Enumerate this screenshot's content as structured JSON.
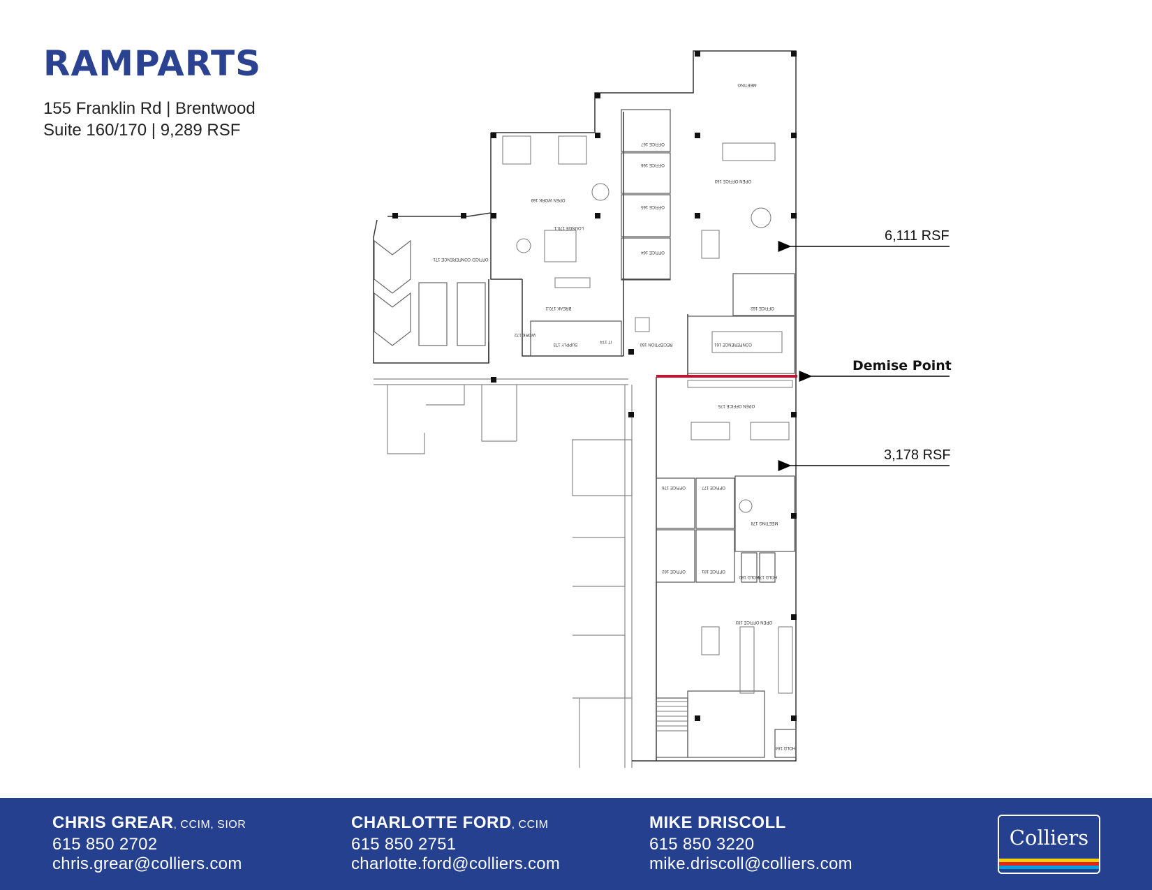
{
  "header": {
    "title": "RAMPARTS",
    "address": "155 Franklin Rd | Brentwood",
    "suite": "Suite 160/170 | 9,289 RSF"
  },
  "plan": {
    "callouts": {
      "upper_rsf": "6,111 RSF",
      "demise": "Demise Point",
      "lower_rsf": "3,178 RSF"
    },
    "rooms": {
      "meeting_top": "MEETING",
      "office_167": "OFFICE 167",
      "office_166": "OFFICE 166",
      "office_165": "OFFICE 165",
      "office_164": "OFFICE 164",
      "open_work": "OPEN WORK 169",
      "lounge": "LOUNGE 170.1",
      "conference_171": "OFFICE/ CONFERENCE 171",
      "break": "BREAK 170.2",
      "work": "WORK 172",
      "supply": "SUPPLY 173",
      "it": "IT 174",
      "reception": "RECEPTION 160",
      "open_office_163": "OPEN OFFICE 163",
      "office_162": "OFFICE 162",
      "conference_161": "CONFERENCE 161",
      "open_office_175": "OPEN OFFICE 175",
      "office_176": "OFFICE 176",
      "office_177": "OFFICE 177",
      "meeting_178": "MEETING 178",
      "office_181": "OFFICE 181",
      "office_182": "OFFICE 182",
      "hold_180": "HOLD 180",
      "hold_179": "HOLD 179",
      "open_office_183": "OPEN OFFICE 183",
      "hold_184": "HOLD 184"
    }
  },
  "footer": {
    "contacts": [
      {
        "name": "CHRIS GREAR",
        "credentials": ", CCIM, SIOR",
        "phone": "615 850 2702",
        "email": "chris.grear@colliers.com"
      },
      {
        "name": "CHARLOTTE FORD",
        "credentials": ", CCIM",
        "phone": "615 850 2751",
        "email": "charlotte.ford@colliers.com"
      },
      {
        "name": "MIKE DRISCOLL",
        "credentials": "",
        "phone": "615 850 3220",
        "email": "mike.driscoll@colliers.com"
      }
    ],
    "logo_text": "Colliers"
  },
  "colors": {
    "brand_blue": "#24408e",
    "title_blue": "#2b4290",
    "demise_red": "#c8102e",
    "logo_stripes": [
      "#f5d10a",
      "#e3241b",
      "#009fdf"
    ]
  }
}
